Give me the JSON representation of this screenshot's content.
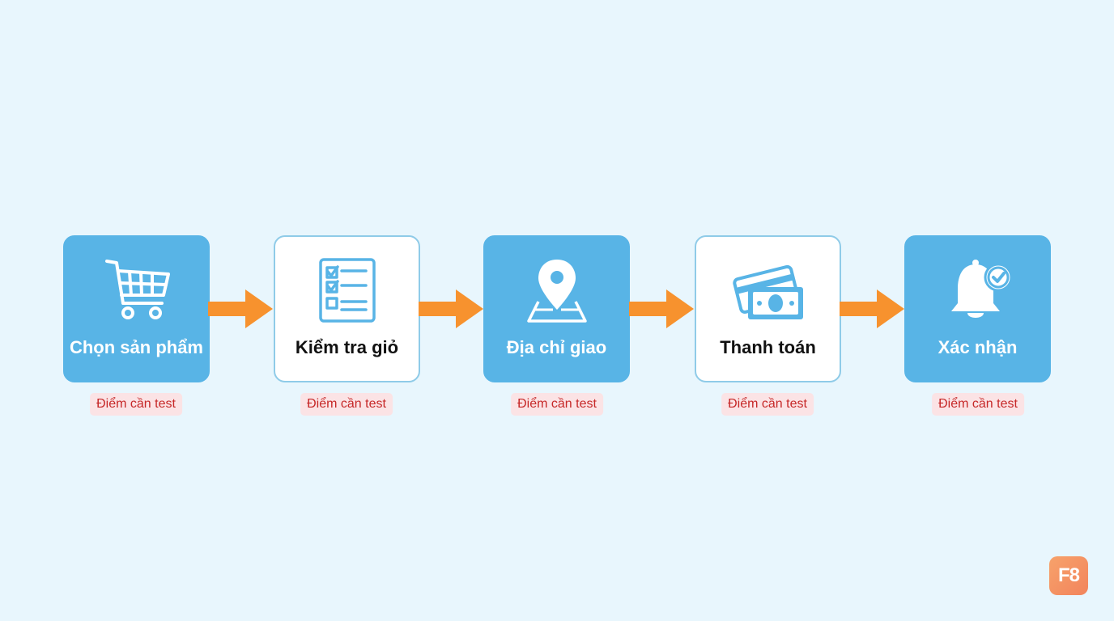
{
  "steps": [
    {
      "label": "Chọn sản phẩm",
      "icon": "shopping-cart-icon",
      "style": "filled"
    },
    {
      "label": "Kiểm tra giỏ",
      "icon": "checklist-icon",
      "style": "outline"
    },
    {
      "label": "Địa chỉ giao",
      "icon": "map-pin-icon",
      "style": "filled"
    },
    {
      "label": "Thanh toán",
      "icon": "payment-icon",
      "style": "outline"
    },
    {
      "label": "Xác nhận",
      "icon": "bell-check-icon",
      "style": "filled"
    }
  ],
  "tags": [
    "Điểm cần test",
    "Điểm cần test",
    "Điểm cần test",
    "Điểm cần test",
    "Điểm cần test"
  ],
  "logo": "F8",
  "colors": {
    "background": "#e8f6fd",
    "step_fill": "#58b4e6",
    "step_outline": "#8fcbe8",
    "arrow": "#f7922e",
    "tag_bg": "#fbe3e5",
    "tag_text": "#c62828",
    "logo": "#f2845c"
  }
}
